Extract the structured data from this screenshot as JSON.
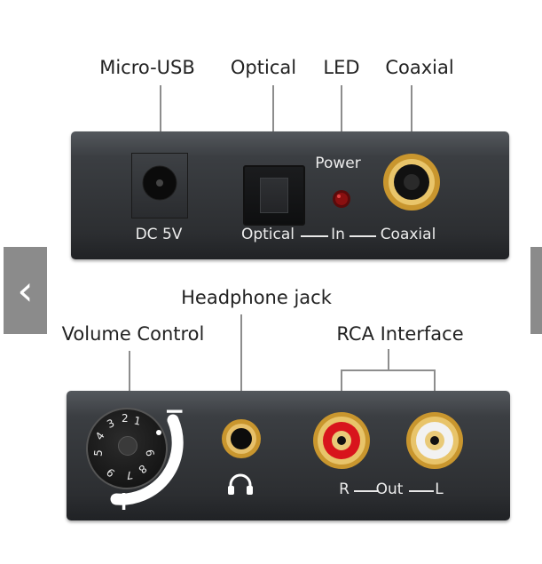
{
  "callouts": {
    "micro_usb": "Micro-USB",
    "optical": "Optical",
    "led": "LED",
    "coaxial": "Coaxial",
    "headphone_jack": "Headphone jack",
    "volume_control": "Volume Control",
    "rca_interface": "RCA Interface"
  },
  "top_panel": {
    "dc_label": "DC 5V",
    "power_label": "Power",
    "optical_label": "Optical",
    "in_label": "In",
    "coaxial_label": "Coaxial"
  },
  "bottom_panel": {
    "dial_numbers": [
      "1",
      "2",
      "3",
      "4",
      "5",
      "6",
      "7",
      "8",
      "9"
    ],
    "minus_sign": "−",
    "plus_sign": "+",
    "r_label": "R",
    "out_label": "Out",
    "l_label": "L"
  },
  "nav": {
    "prev_glyph": "‹"
  },
  "colors": {
    "panel": "#303235",
    "rca_red": "#d8141c",
    "rca_white": "#f2f2f2",
    "gold": "#c9962e",
    "led_red": "#8a1010"
  }
}
